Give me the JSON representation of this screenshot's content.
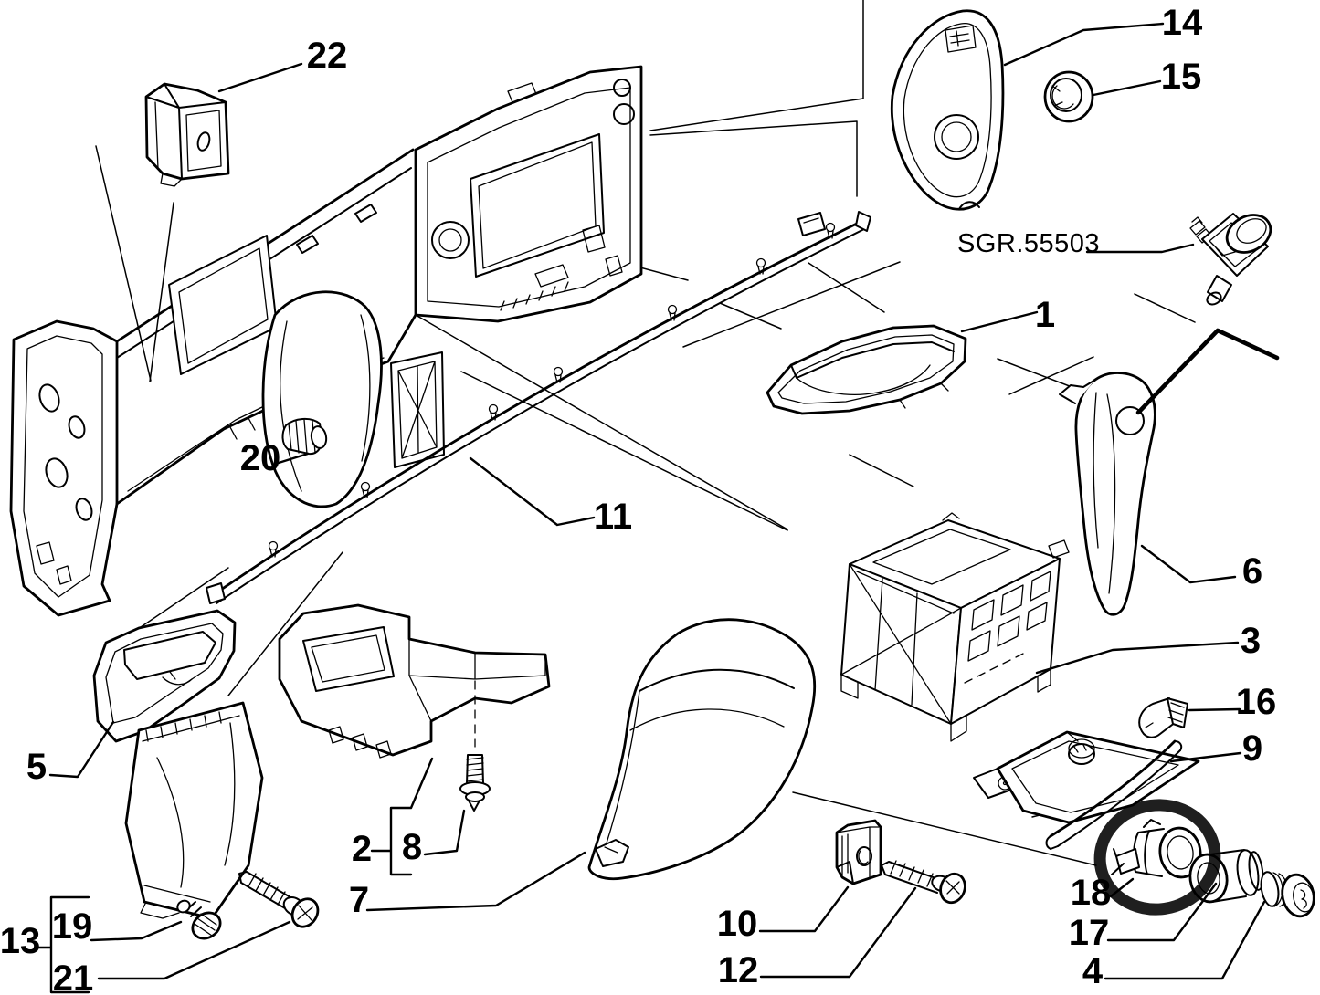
{
  "figure": {
    "type": "exploded-parts-diagram",
    "group_code": "SGR.55503",
    "highlight": {
      "color": "#f4e11c"
    },
    "callouts": [
      {
        "id": 1,
        "label": "1"
      },
      {
        "id": 2,
        "label": "2"
      },
      {
        "id": 3,
        "label": "3"
      },
      {
        "id": 4,
        "label": "4"
      },
      {
        "id": 5,
        "label": "5"
      },
      {
        "id": 6,
        "label": "6"
      },
      {
        "id": 7,
        "label": "7"
      },
      {
        "id": 8,
        "label": "8"
      },
      {
        "id": 9,
        "label": "9"
      },
      {
        "id": 10,
        "label": "10"
      },
      {
        "id": 11,
        "label": "11"
      },
      {
        "id": 12,
        "label": "12"
      },
      {
        "id": 13,
        "label": "13"
      },
      {
        "id": 14,
        "label": "14"
      },
      {
        "id": 15,
        "label": "15"
      },
      {
        "id": 16,
        "label": "16"
      },
      {
        "id": 17,
        "label": "17"
      },
      {
        "id": 18,
        "label": "18"
      },
      {
        "id": 19,
        "label": "19"
      },
      {
        "id": 20,
        "label": "20"
      },
      {
        "id": 21,
        "label": "21"
      },
      {
        "id": 22,
        "label": "22"
      }
    ]
  }
}
